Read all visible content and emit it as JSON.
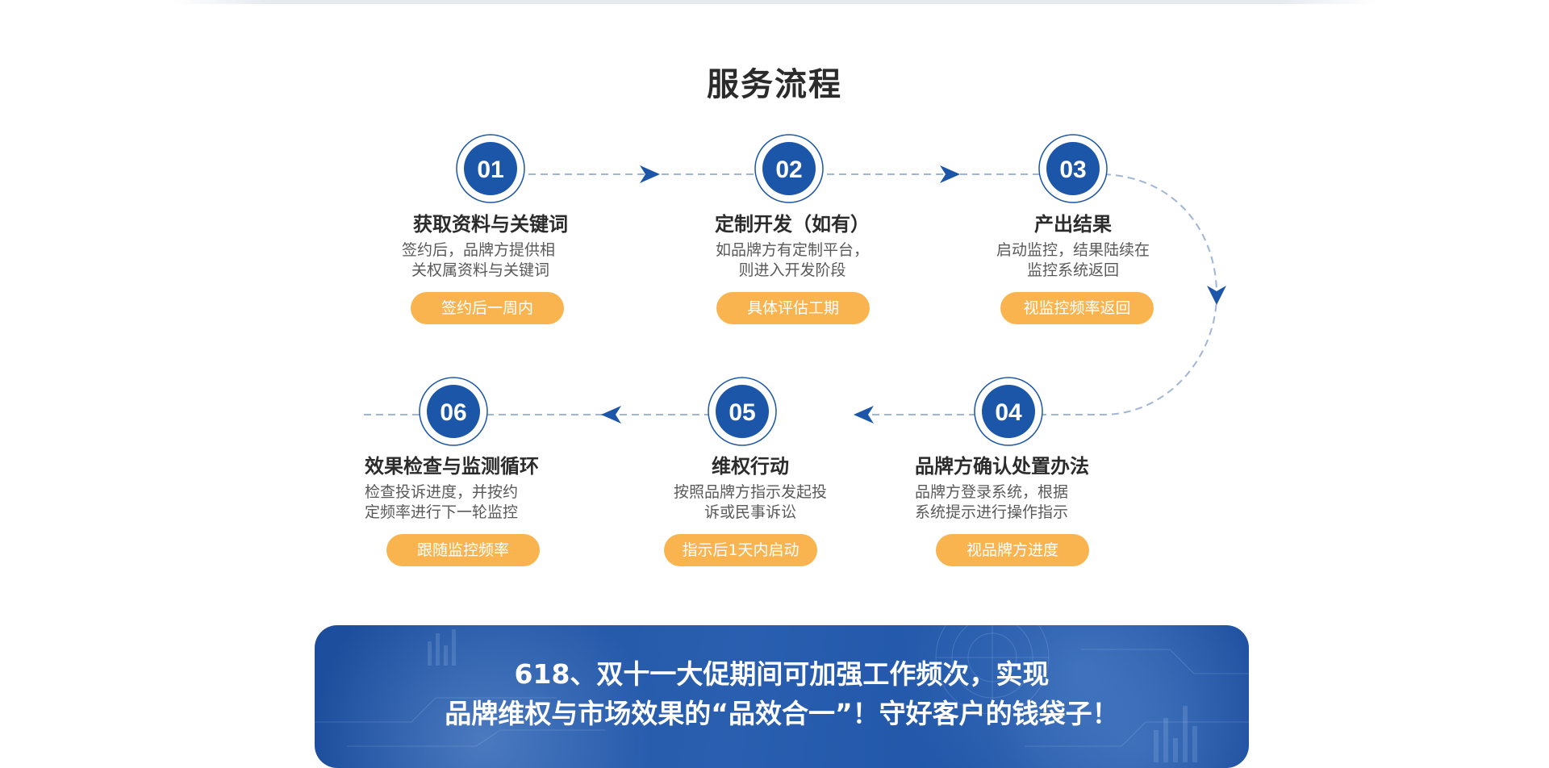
{
  "section_title": "服务流程",
  "steps": [
    {
      "num": "01",
      "title": "获取资料与关键词",
      "desc": [
        "签约后，品牌方提供相",
        "关权属资料与关键词"
      ],
      "tag": "签约后一周内"
    },
    {
      "num": "02",
      "title": "定制开发（如有）",
      "desc": [
        "如品牌方有定制平台，",
        "则进入开发阶段"
      ],
      "tag": "具体评估工期"
    },
    {
      "num": "03",
      "title": "产出结果",
      "desc": [
        "启动监控，结果陆续在",
        "监控系统返回"
      ],
      "tag": "视监控频率返回"
    },
    {
      "num": "04",
      "title": "品牌方确认处置办法",
      "desc": [
        "品牌方登录系统，根据",
        "系统提示进行操作指示"
      ],
      "tag": "视品牌方进度"
    },
    {
      "num": "05",
      "title": "维权行动",
      "desc": [
        "按照品牌方指示发起投",
        "诉或民事诉讼"
      ],
      "tag": "指示后1天内启动"
    },
    {
      "num": "06",
      "title": "效果检查与监测循环",
      "desc": [
        "检查投诉进度，并按约",
        "定频率进行下一轮监控"
      ],
      "tag": "跟随监控频率"
    }
  ],
  "banner": {
    "line1": "618、双十一大促期间可加强工作频次，实现",
    "line2": "品牌维权与市场效果的“品效合一”！守好客户的钱袋子！"
  },
  "colors": {
    "primary_blue": "#1c56a8",
    "accent_orange": "#f9b44f",
    "dash_line": "#9fb6d8"
  }
}
